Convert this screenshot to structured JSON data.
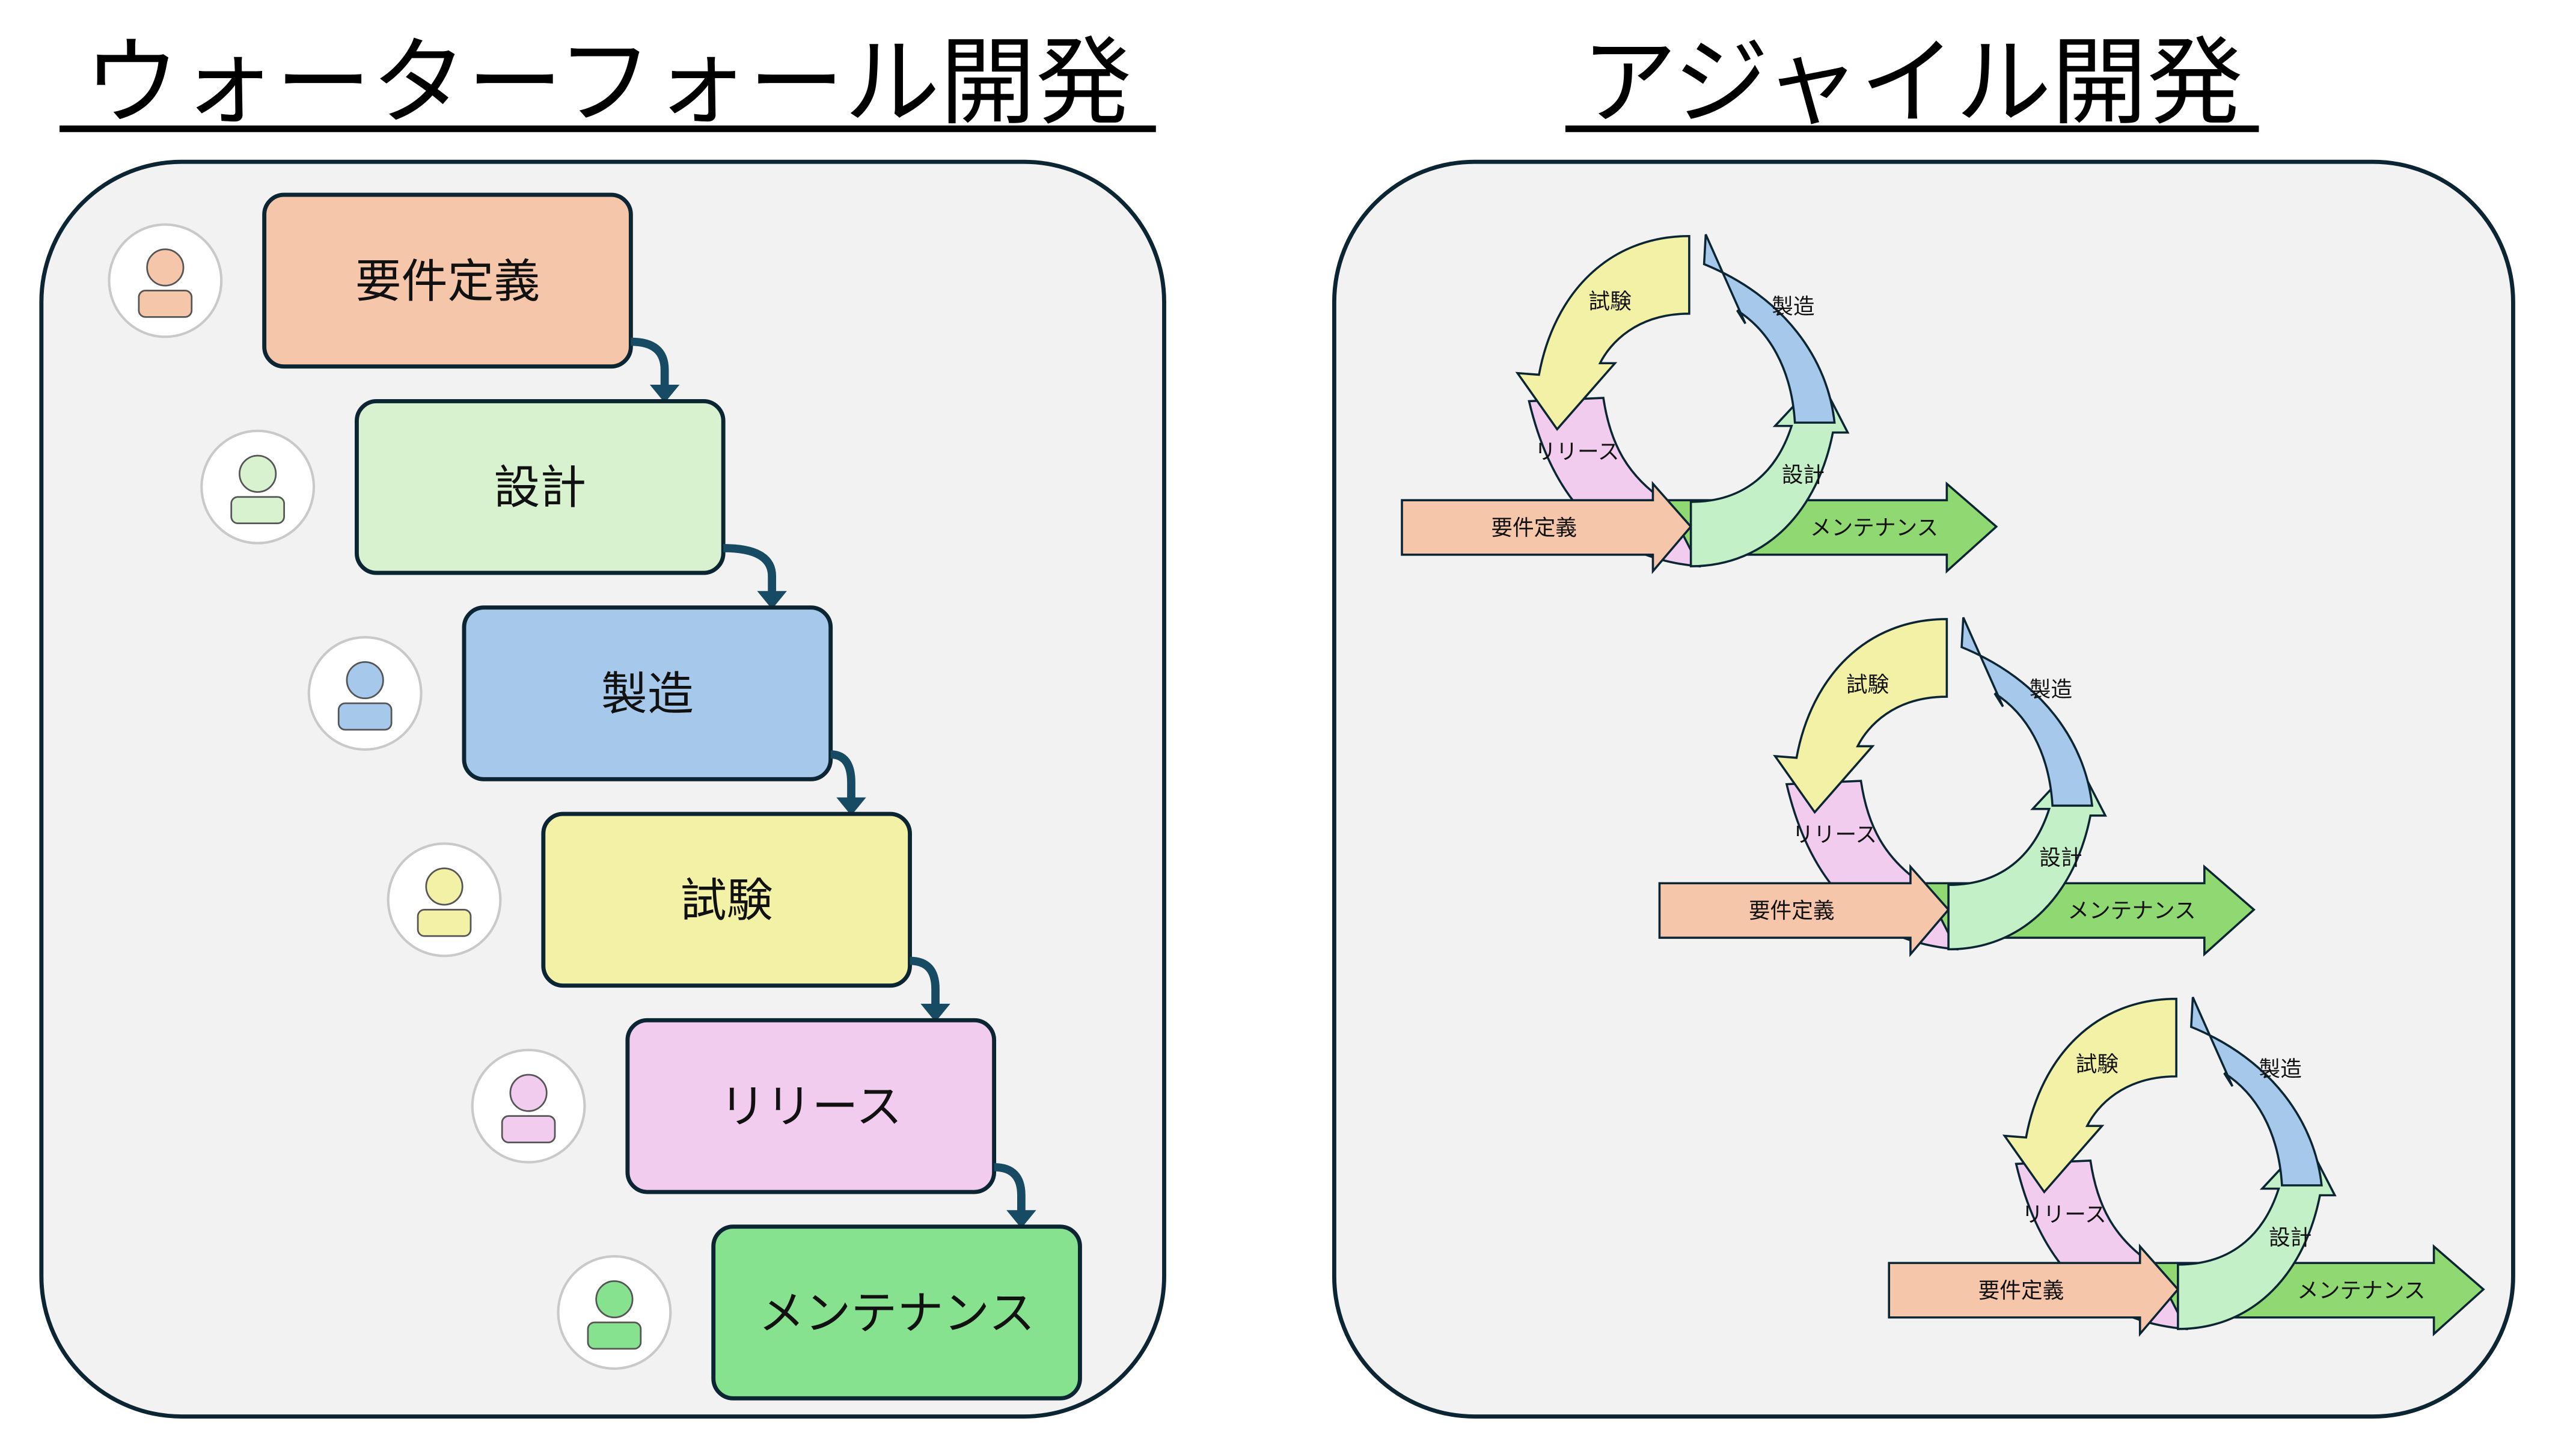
{
  "waterfall": {
    "title": "ウォーターフォール開発",
    "steps": [
      {
        "label": "要件定義",
        "color": "#f5c6a9",
        "illustration": "notebook-pencil-icon"
      },
      {
        "label": "設計",
        "color": "#d8f2d0",
        "illustration": "designer-blueprint-icon"
      },
      {
        "label": "製造",
        "color": "#a6c8ea",
        "illustration": "carpenter-chair-icon"
      },
      {
        "label": "試験",
        "color": "#f2f1a6",
        "illustration": "fake-news-magnifier-icon"
      },
      {
        "label": "リリース",
        "color": "#f1ccef",
        "illustration": "woman-laptop-icon"
      },
      {
        "label": "メンテナンス",
        "color": "#86e28e",
        "illustration": "mechanic-toolbox-icon"
      }
    ]
  },
  "agile": {
    "title": "アジャイル開発",
    "cycles": [
      {
        "requirements": "要件定義",
        "design": "設計",
        "build": "製造",
        "test": "試験",
        "release": "リリース",
        "maintenance": "メンテナンス"
      },
      {
        "requirements": "要件定義",
        "design": "設計",
        "build": "製造",
        "test": "試験",
        "release": "リリース",
        "maintenance": "メンテナンス"
      },
      {
        "requirements": "要件定義",
        "design": "設計",
        "build": "製造",
        "test": "試験",
        "release": "リリース",
        "maintenance": "メンテナンス"
      }
    ],
    "colors": {
      "requirements": "#f5c6a9",
      "design": "#c4f0c8",
      "build": "#a6c8ea",
      "test": "#f2f1a6",
      "release": "#f1ccef",
      "maintenance": "#8fd872"
    }
  },
  "colors": {
    "panel_bg": "#f2f2f2",
    "outline": "#0b2533",
    "connector": "#174a63"
  }
}
